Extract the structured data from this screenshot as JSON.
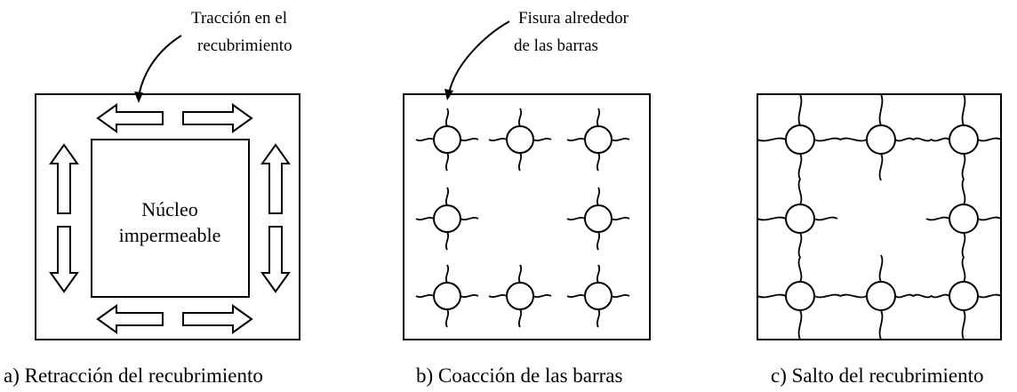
{
  "panels": [
    {
      "caption": "a) Retracción del recubrimiento",
      "annotation": [
        "Tracción en el",
        "recubrimiento"
      ],
      "core_label": [
        "Núcleo",
        "impermeable"
      ]
    },
    {
      "caption": "b) Coacción de las barras",
      "annotation": [
        "Fisura alrededor",
        "de las barras"
      ]
    },
    {
      "caption": "c) Salto del recubrimiento"
    }
  ]
}
